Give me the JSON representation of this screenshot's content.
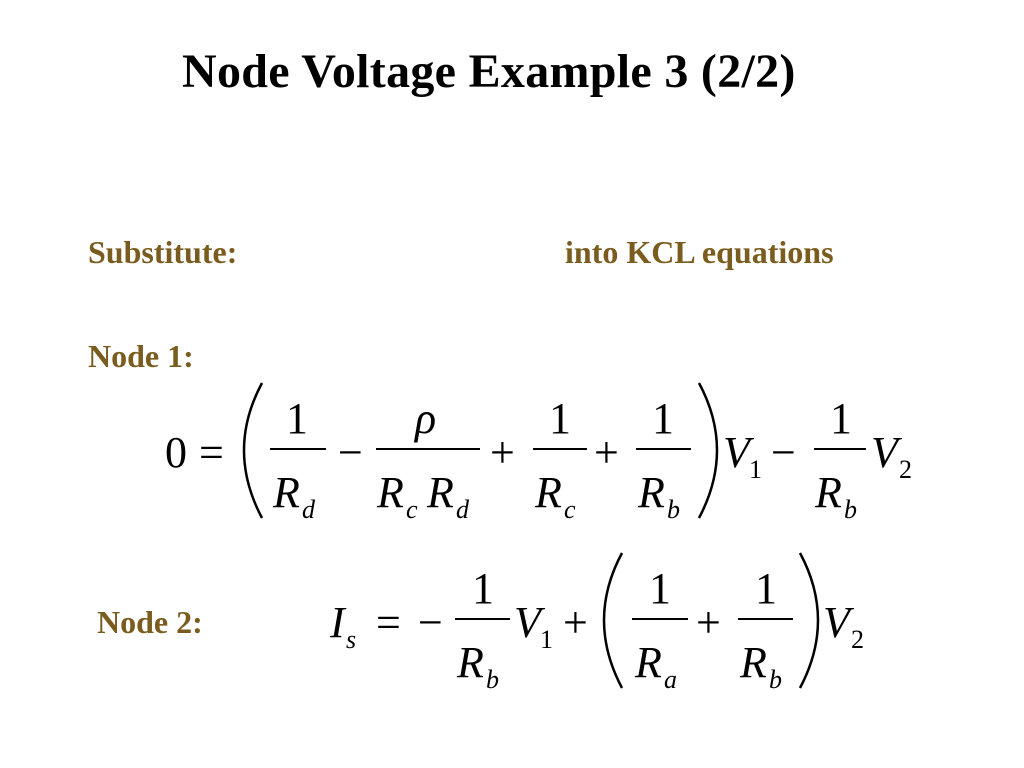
{
  "slide": {
    "title": "Node Voltage Example 3 (2/2)",
    "substitute_label": "Substitute:",
    "into_label": "into KCL equations",
    "node1_label": "Node 1:",
    "node2_label": "Node 2:",
    "label_color": "#7a5c1e"
  },
  "eq1": {
    "lhs": "0",
    "eq": "=",
    "num1": "1",
    "den1": "R",
    "den1_sub": "d",
    "minus": "−",
    "num2": "ρ",
    "den2a": "R",
    "den2a_sub": "c",
    "den2b": "R",
    "den2b_sub": "d",
    "plus1": "+",
    "num3": "1",
    "den3": "R",
    "den3_sub": "c",
    "plus2": "+",
    "num4": "1",
    "den4": "R",
    "den4_sub": "b",
    "v1": "V",
    "v1_sub": "1",
    "minus2": "−",
    "num5": "1",
    "den5": "R",
    "den5_sub": "b",
    "v2": "V",
    "v2_sub": "2"
  },
  "eq2": {
    "lhs": "I",
    "lhs_sub": "s",
    "eq": "=",
    "minus": "−",
    "num1": "1",
    "den1": "R",
    "den1_sub": "b",
    "v1": "V",
    "v1_sub": "1",
    "plus1": "+",
    "num2": "1",
    "den2": "R",
    "den2_sub": "a",
    "plus2": "+",
    "num3": "1",
    "den3": "R",
    "den3_sub": "b",
    "v2": "V",
    "v2_sub": "2"
  }
}
